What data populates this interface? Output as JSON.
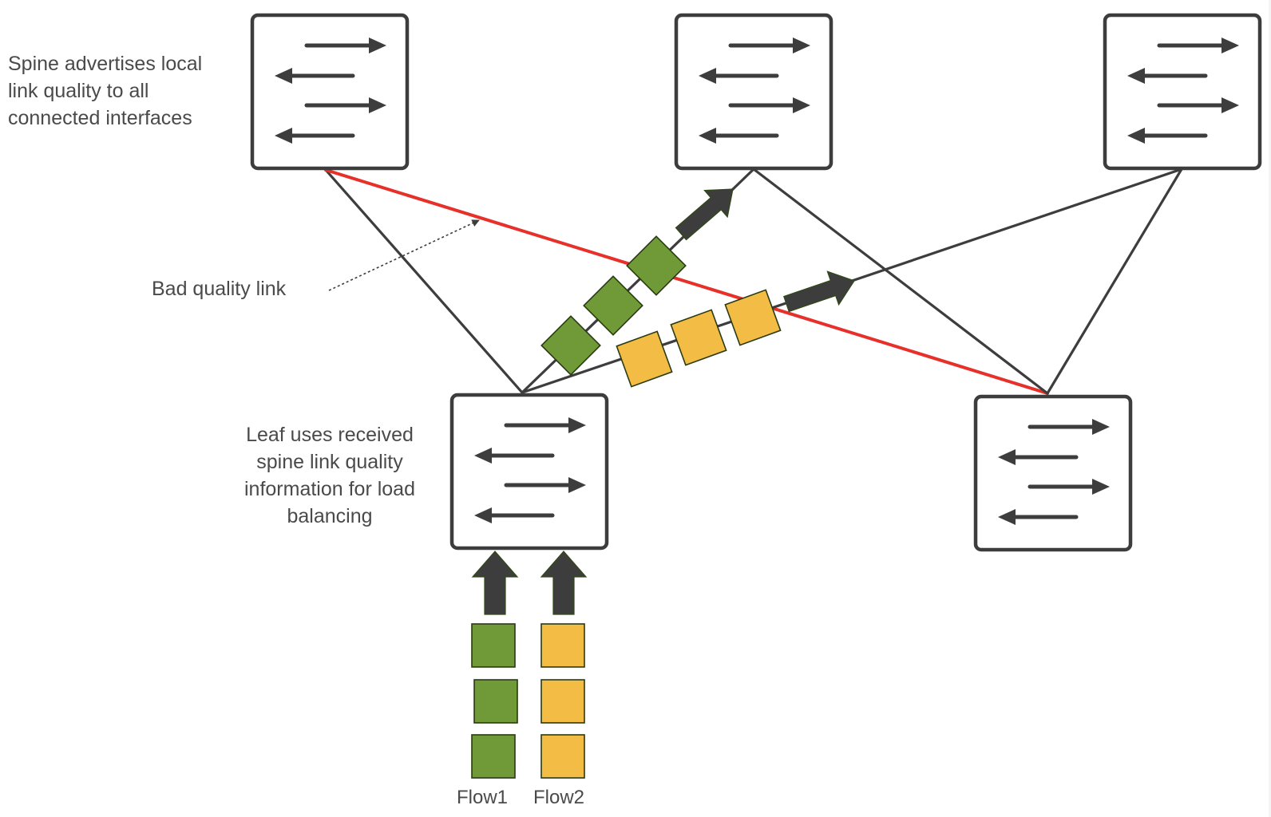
{
  "title": "Spine-leaf link quality load balancing",
  "colors": {
    "device_stroke": "#3d3d3d",
    "link": "#3d3d3d",
    "bad_link": "#e8302a",
    "flow1": "#6f9a37",
    "flow2": "#f3bc45",
    "packet_stroke": "#2a3a12",
    "text": "#4a4a4a"
  },
  "devices": [
    {
      "id": "spine1",
      "role": "spine",
      "icon": "switch-icon"
    },
    {
      "id": "spine2",
      "role": "spine",
      "icon": "switch-icon"
    },
    {
      "id": "spine3",
      "role": "spine",
      "icon": "switch-icon"
    },
    {
      "id": "leaf1",
      "role": "leaf",
      "icon": "switch-icon"
    },
    {
      "id": "leaf2",
      "role": "leaf",
      "icon": "switch-icon"
    }
  ],
  "links": [
    {
      "from": "spine1",
      "to": "leaf1",
      "quality": "good"
    },
    {
      "from": "spine1",
      "to": "leaf2",
      "quality": "bad"
    },
    {
      "from": "spine2",
      "to": "leaf1",
      "quality": "good"
    },
    {
      "from": "spine2",
      "to": "leaf2",
      "quality": "good"
    },
    {
      "from": "spine3",
      "to": "leaf1",
      "quality": "good"
    },
    {
      "from": "spine3",
      "to": "leaf2",
      "quality": "good"
    }
  ],
  "flows": [
    {
      "name": "Flow1",
      "path": [
        "leaf1",
        "spine2"
      ],
      "packets": 3,
      "color_key": "flow1"
    },
    {
      "name": "Flow2",
      "path": [
        "leaf1",
        "spine3"
      ],
      "packets": 3,
      "color_key": "flow2"
    }
  ],
  "annotations": {
    "spine": [
      "Spine advertises local",
      "link quality to all",
      "connected interfaces"
    ],
    "bad_link": "Bad quality link",
    "leaf": [
      "Leaf uses received",
      "spine link quality",
      "information for load",
      "balancing"
    ]
  },
  "flow_labels": [
    "Flow1",
    "Flow2"
  ]
}
